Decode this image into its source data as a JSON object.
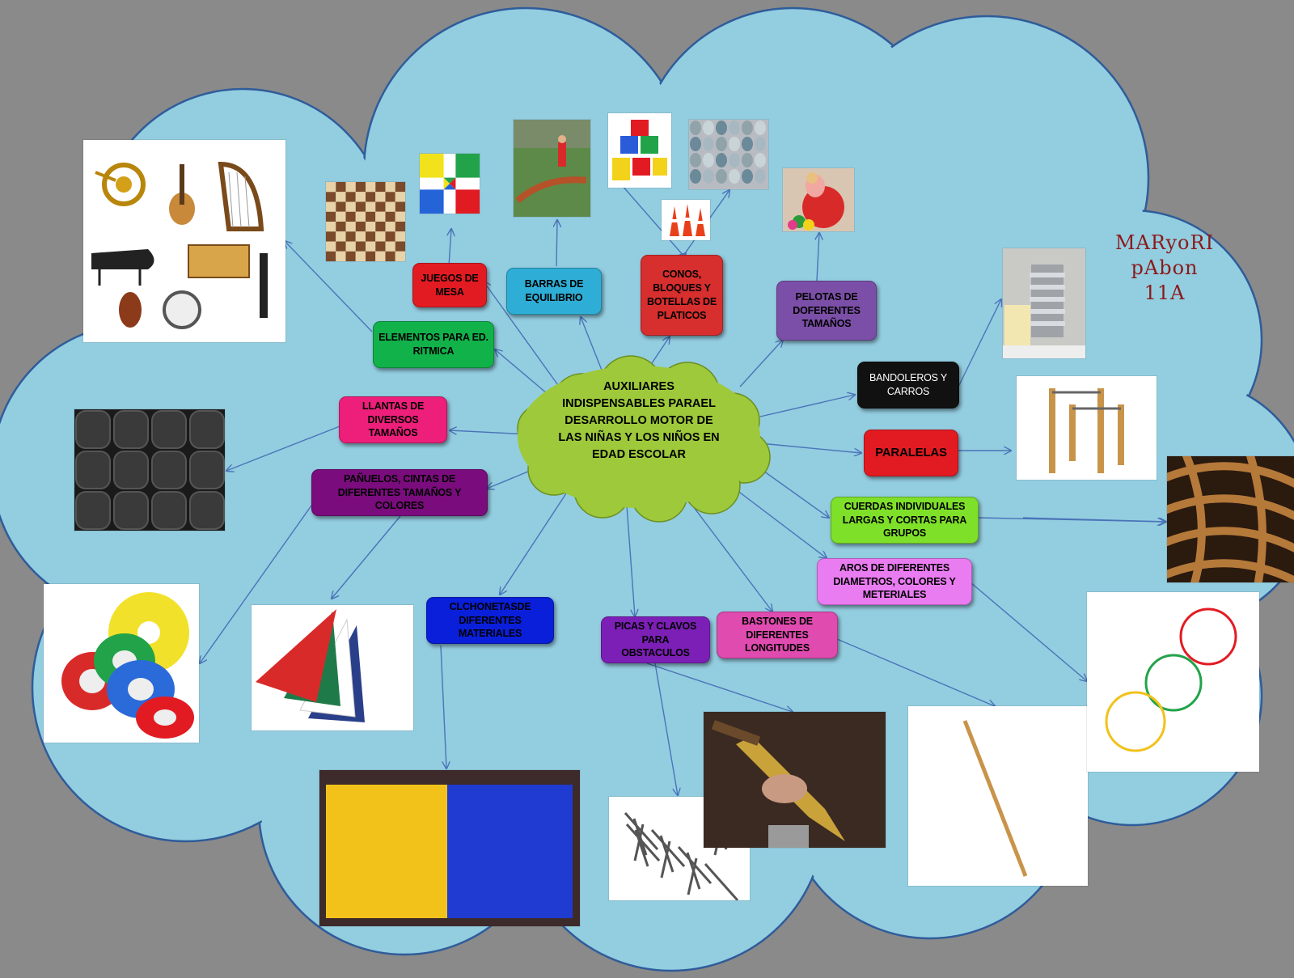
{
  "center": {
    "title": "AUXILIARES INDISPENSABLES PARAEL DESARROLLO MOTOR DE LAS NIÑAS Y LOS NIÑOS EN EDAD ESCOLAR",
    "color": "#9dc93b"
  },
  "author": {
    "line1": "MARyoRI pAbon",
    "line2": "11A"
  },
  "nodes": {
    "juegos_mesa": {
      "label": "JUEGOS DE MESA",
      "color": "#e21b23"
    },
    "barras_equilibrio": {
      "label": "BARRAS DE EQUILIBRIO",
      "color": "#2eaed6"
    },
    "conos": {
      "label": "CONOS, BLOQUES Y BOTELLAS DE PLATICOS",
      "color": "#d72e2e"
    },
    "pelotas": {
      "label": "PELOTAS DE DOFERENTES TAMAÑOS",
      "color": "#7b4fa7"
    },
    "elementos_ritmica": {
      "label": "ELEMENTOS PARA ED. RITMICA",
      "color": "#12b24b"
    },
    "bandoleros": {
      "label": "BANDOLEROS Y CARROS",
      "color": "#111111"
    },
    "llantas": {
      "label": "LLANTAS DE DIVERSOS TAMAÑOS",
      "color": "#ed1f7a"
    },
    "paralelas": {
      "label": "PARALELAS",
      "color": "#e21b23"
    },
    "panuelos": {
      "label": "PAÑUELOS, CINTAS DE DIFERENTES TAMAÑOS Y COLORES",
      "color": "#7a0c7d"
    },
    "cuerdas": {
      "label": "CUERDAS INDIVIDUALES LARGAS Y CORTAS PARA GRUPOS",
      "color": "#7fe02a"
    },
    "aros": {
      "label": "AROS DE DIFERENTES DIAMETROS, COLORES Y METERIALES",
      "color": "#ea7cf2"
    },
    "colchonetas": {
      "label": "CLCHONETASDE DIFERENTES MATERIALES",
      "color": "#0a1fd9"
    },
    "picas": {
      "label": "PICAS Y CLAVOS PARA OBSTACULOS",
      "color": "#7c1fb6"
    },
    "bastones": {
      "label": "BASTONES DE DIFERENTES LONGITUDES",
      "color": "#e04bb0"
    }
  },
  "colors": {
    "background": "#8a8a8a",
    "cloud": "#93cde0",
    "cloud_outline": "#2f5c9a",
    "arrow": "#4a74b8"
  },
  "icons": [
    "musical-instruments-icon",
    "chessboard-icon",
    "ludo-board-icon",
    "balance-beam-photo",
    "toy-blocks-icon",
    "plastic-bottles-photo",
    "traffic-cones-icon",
    "exercise-ball-photo",
    "stacked-cans-photo",
    "parallel-bars-icon",
    "rope-photo",
    "tires-photo",
    "tape-rolls-icon",
    "scarves-icon",
    "gym-mat-icon",
    "nails-icon",
    "pickaxe-photo",
    "wooden-stick-icon",
    "hoops-icon"
  ]
}
